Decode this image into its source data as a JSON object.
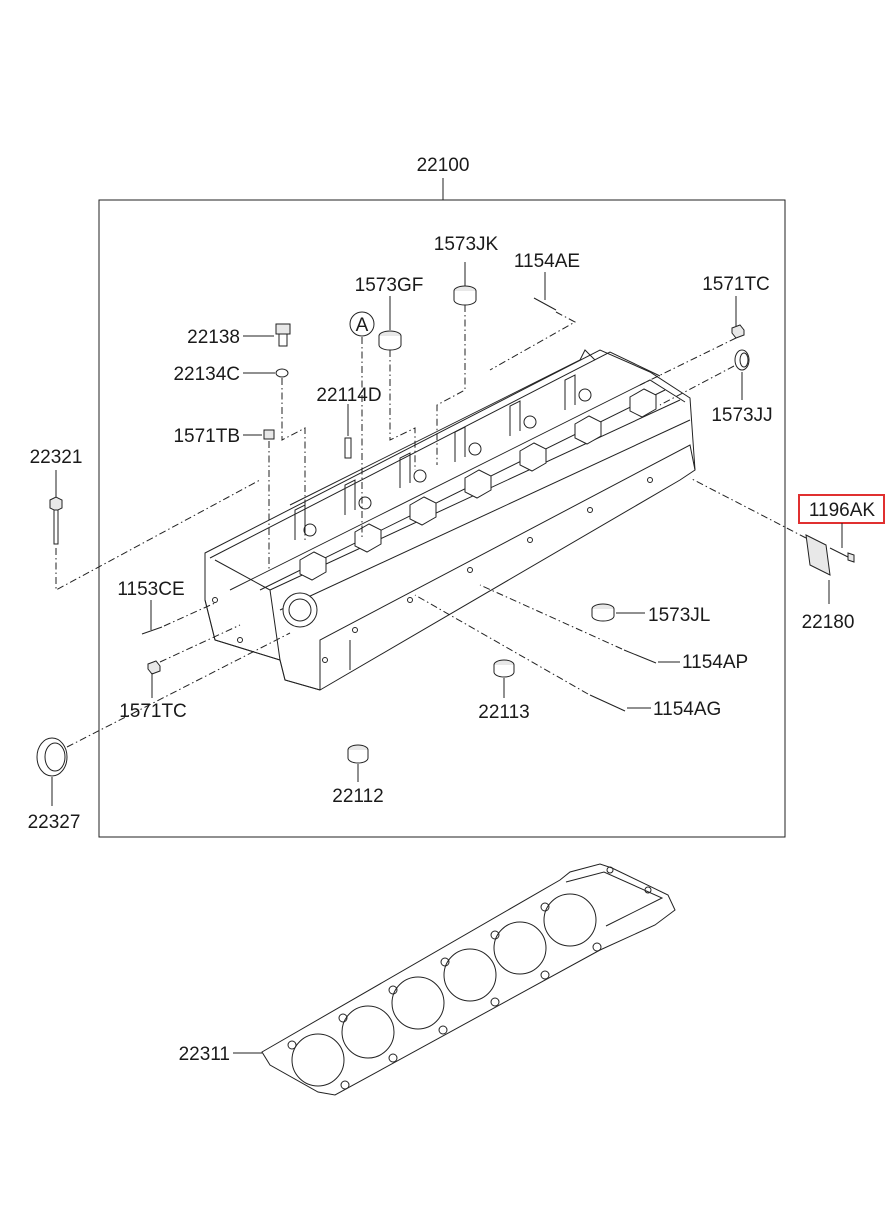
{
  "labels": {
    "assembly": "22100",
    "p1573JK": "1573JK",
    "p1154AE": "1154AE",
    "p1573GF": "1573GF",
    "p1571TC_top": "1571TC",
    "p22138": "22138",
    "p22134C": "22134C",
    "p22114D": "22114D",
    "p1573JJ": "1573JJ",
    "p1571TB": "1571TB",
    "p22321": "22321",
    "p1196AK": "1196AK",
    "p22180": "22180",
    "p1153CE": "1153CE",
    "p1573JL": "1573JL",
    "p1154AP": "1154AP",
    "p1571TC_bottom": "1571TC",
    "p22113": "22113",
    "p1154AG": "1154AG",
    "p22112": "22112",
    "p22327": "22327",
    "p22311": "22311",
    "ref_A": "A"
  },
  "highlight": {
    "part": "1196AK",
    "color": "#e03030"
  },
  "gasket": {
    "bore_count": 6
  }
}
